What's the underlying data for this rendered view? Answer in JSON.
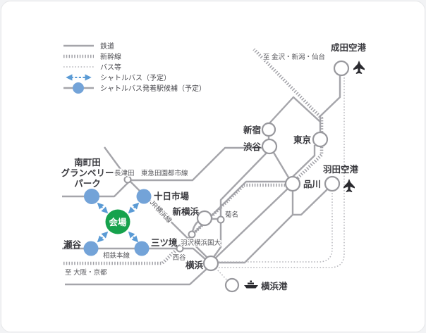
{
  "legend": {
    "items": [
      {
        "label": "鉄道"
      },
      {
        "label": "新幹線"
      },
      {
        "label": "バス等"
      },
      {
        "label": "シャトルバス（予定）"
      },
      {
        "label": "シャトルバス発着駅候補（予定）"
      }
    ]
  },
  "stations": {
    "narita_airport": "成田空港",
    "haneda_airport": "羽田空港",
    "shinjuku": "新宿",
    "shibuya": "渋谷",
    "tokyo": "東京",
    "shinagawa": "品川",
    "nagatsuta": "長津田",
    "minami_machida_line1": "南町田",
    "minami_machida_line2": "グランベリー",
    "minami_machida_line3": "パーク",
    "tokaichiba": "十日市場",
    "shin_yokohama": "新横浜",
    "kikuna": "菊名",
    "hazawa_yokohama_kokudai": "羽沢横浜国大",
    "nishiya": "西谷",
    "seya": "瀬谷",
    "mitsukyo": "三ツ境",
    "yokohama": "横浜",
    "yokohama_port": "横浜港",
    "venue": "会場"
  },
  "rail_labels": {
    "denentoshi": "東急田園都市線",
    "jr_yokohama": "JR横浜線",
    "sotetsu_main": "相鉄本線"
  },
  "directions": {
    "to_kanazawa_niigata_sendai": "至 金沢・新潟・仙台",
    "to_osaka_kyoto": "至 大阪・京都"
  },
  "icons": {
    "narita": "airplane-icon",
    "haneda": "airplane-icon",
    "yokohama_port": "ship-icon"
  },
  "colors": {
    "rail_gray": "#a5a5aa",
    "bus_gray": "#b5b5bb",
    "shuttle_blue": "#5b9bd5",
    "station_blue": "#73a3d8",
    "venue_green": "#16a24d",
    "text_dark": "#3a3a3f"
  }
}
